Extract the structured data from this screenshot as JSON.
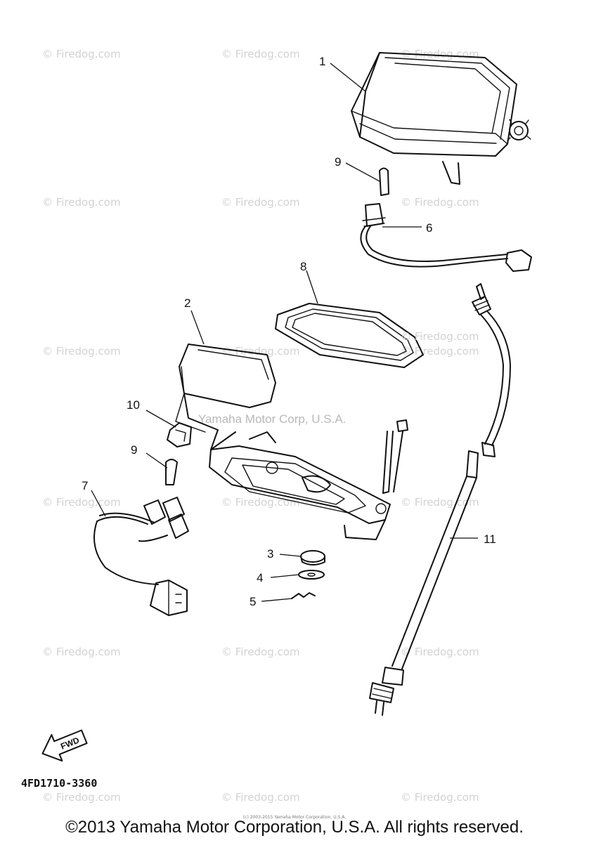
{
  "watermark": "© Firedog.com",
  "center_watermark": "Yamaha Motor Corp, U.S.A.",
  "callouts": {
    "p1": "1",
    "p2": "2",
    "p3": "3",
    "p4": "4",
    "p5": "5",
    "p6": "6",
    "p7": "7",
    "p8": "8",
    "p9a": "9",
    "p9b": "9",
    "p10": "10",
    "p11": "11"
  },
  "fwd_label": "FWD",
  "diagram_code": "4FD1710-3360",
  "tiny_credit": "(c) 2003-2015 Yamaha Motor Corporation, U.S.A.",
  "copyright": "©2013 Yamaha Motor Corporation, U.S.A. All rights reserved."
}
